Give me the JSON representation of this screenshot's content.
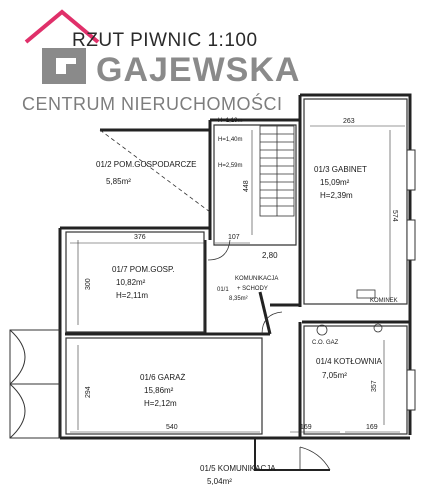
{
  "header": {
    "title": "RZUT PIWNIC  1:100",
    "brand": "GAJEWSKA",
    "tagline": "CENTRUM NIERUCHOMOŚCI"
  },
  "colors": {
    "roof": "#e0306a",
    "logo": "#8a8a8a",
    "wall": "#222222"
  },
  "rooms": {
    "gospodarcze": {
      "number": "01/2 POM.GOSPODARCZE",
      "area": "5,85m²"
    },
    "gabinet": {
      "number": "01/3 GABINET",
      "area": "15,09m²",
      "height": "H=2,39m"
    },
    "pom_gosp": {
      "number": "01/7 POM.GOSP.",
      "area": "10,82m²",
      "height": "H=2,11m"
    },
    "komunikacja_schody": {
      "number": "01/1",
      "name1": "KOMUNIKACJA",
      "name2": "+ SCHODY",
      "area": "8,35m²"
    },
    "garaz": {
      "number": "01/6 GARAŻ",
      "area": "15,86m²",
      "height": "H=2,12m"
    },
    "kotlownia": {
      "number": "01/4 KOTŁOWNIA",
      "area": "7,05m²"
    },
    "komunikacja": {
      "number": "01/5 KOMUNIKACJA",
      "area": "5,04m²"
    }
  },
  "heights": {
    "h1": "H=1,19m",
    "h2": "H=1,40m",
    "h3": "H=2,59m",
    "h4": "2,80"
  },
  "dims": {
    "d263": "263",
    "d574": "574",
    "d448": "448",
    "d376": "376",
    "d107": "107",
    "d300": "300",
    "d294": "294",
    "d540": "540",
    "d169a": "169",
    "d169b": "169",
    "d357": "357"
  },
  "labels": {
    "co_gaz": "C.O. GAZ",
    "kominek": "KOMINEK"
  }
}
